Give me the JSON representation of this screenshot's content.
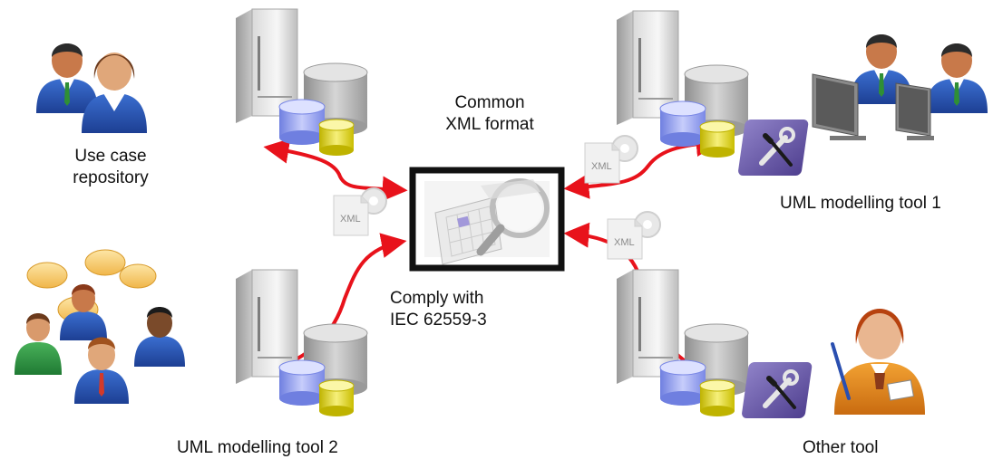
{
  "labels": {
    "use_case_repo": [
      "Use case",
      "repository"
    ],
    "common_xml": [
      "Common",
      "XML format"
    ],
    "comply": [
      "Comply with",
      "IEC 62559-3"
    ],
    "uml_tool_1": "UML modelling tool 1",
    "uml_tool_2": "UML modelling tool 2",
    "other_tool": "Other tool"
  },
  "icons": {
    "xml_doc_text": "XML"
  },
  "colors": {
    "arrow": "#e8121b",
    "hub_border": "#111111",
    "tool_badge": "#6b5aa6"
  }
}
